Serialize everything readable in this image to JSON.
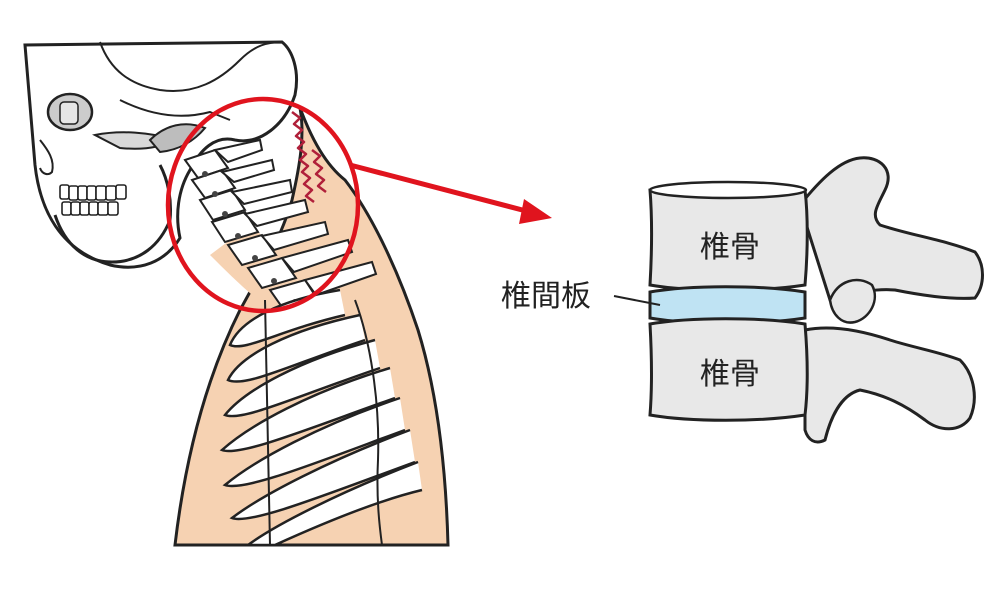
{
  "labels": {
    "vertebra_upper": "椎骨",
    "disc": "椎間板",
    "vertebra_lower": "椎骨"
  },
  "colors": {
    "skin": "#f6d2b2",
    "bone": "#ffffff",
    "outline": "#222222",
    "highlight_circle": "#e0141e",
    "pain_wave": "#b0203a",
    "vertebra_fill": "#e8e8e8",
    "disc_fill": "#bfe3f3"
  }
}
